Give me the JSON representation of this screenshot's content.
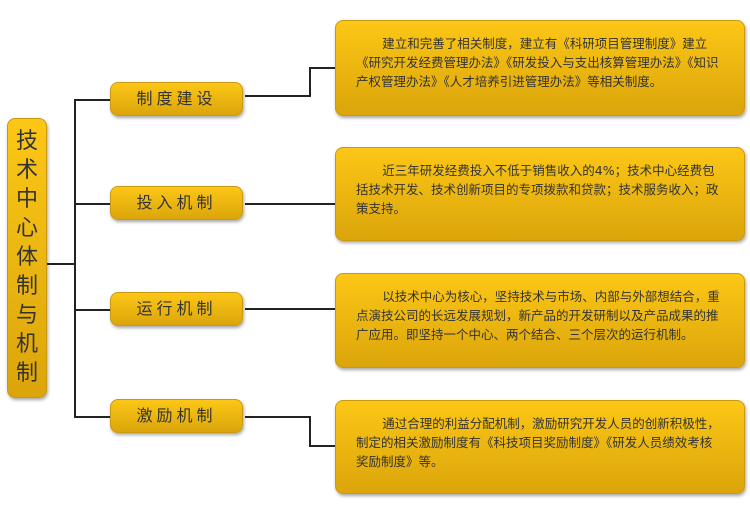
{
  "root": {
    "title": "技术中心体制与机制"
  },
  "branches": [
    {
      "label": "制度建设",
      "detail": "建立和完善了相关制度，建立有《科研项目管理制度》建立《研究开发经费管理办法》《研发投入与支出核算管理办法》《知识产权管理办法》《人才培养引进管理办法》等相关制度。"
    },
    {
      "label": "投入机制",
      "detail": "近三年研发经费投入不低于销售收入的4%；技术中心经费包括技术开发、技术创新项目的专项拨款和贷款；技术服务收入；政策支持。"
    },
    {
      "label": "运行机制",
      "detail": "以技术中心为核心，坚持技术与市场、内部与外部想结合，重点演技公司的长远发展规划，新产品的开发研制以及产品成果的推广应用。即坚持一个中心、两个结合、三个层次的运行机制。"
    },
    {
      "label": "激励机制",
      "detail": "通过合理的利益分配机制，激励研究开发人员的创新积极性，制定的相关激励制度有《科技项目奖励制度》《研发人员绩效考核奖励制度》等。"
    }
  ]
}
